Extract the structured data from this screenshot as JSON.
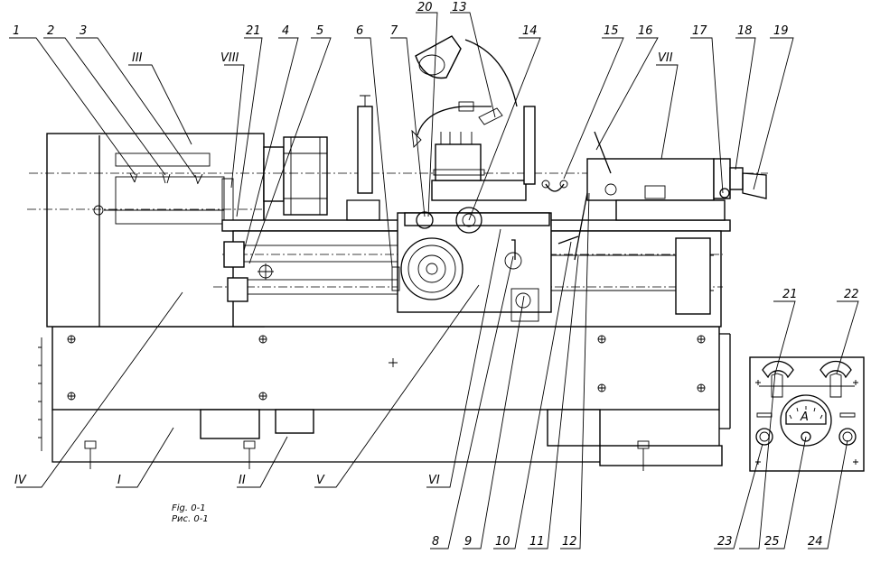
{
  "figure": {
    "caption_en": "Fig. 0-1",
    "caption_ru": "Рис. 0-1"
  },
  "callouts_top": [
    "1",
    "2",
    "3",
    "III",
    "VIII",
    "21",
    "4",
    "5",
    "6",
    "7",
    "20",
    "13",
    "14",
    "15",
    "16",
    "VII",
    "17",
    "18",
    "19"
  ],
  "callouts_bottom": [
    "IV",
    "I",
    "II",
    "V",
    "VI",
    "8",
    "9",
    "10",
    "11",
    "12"
  ],
  "panel": {
    "callouts": [
      "21",
      "22",
      "23",
      "25",
      "24"
    ],
    "meter_symbol": "A"
  }
}
